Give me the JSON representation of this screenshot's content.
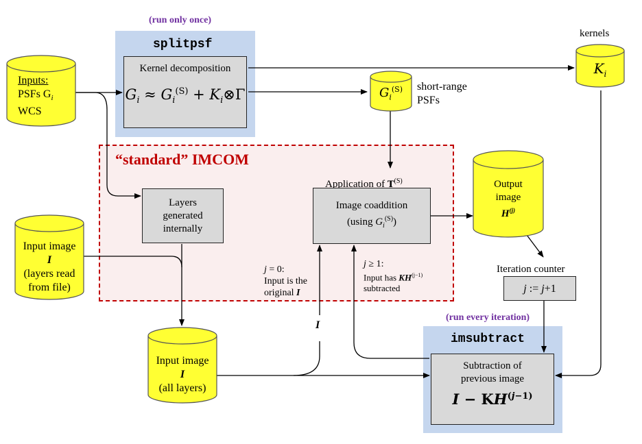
{
  "header": {
    "run_once": "(run only once)",
    "run_every": "(run every iteration)"
  },
  "splitpsf": {
    "title": "splitpsf",
    "box_title": "Kernel decomposition",
    "equation": "G_i ≈ G_i^(S) + K_i⊗Γ"
  },
  "inputs": {
    "title": "Inputs:",
    "line1": "PSFs G",
    "line1_sub": "i",
    "line2": "WCS"
  },
  "kernels": {
    "label": "kernels",
    "symbol": "K",
    "symbol_sub": "i"
  },
  "short_range": {
    "symbol": "G",
    "sup": "(S)",
    "sub": "i",
    "label_line1": "short-range",
    "label_line2": "PSFs"
  },
  "imcom": {
    "title": "“standard” IMCOM"
  },
  "layers": {
    "line1": "Layers",
    "line2": "generated",
    "line3": "internally"
  },
  "application": {
    "label": "Application of ",
    "symbol": "T",
    "sup": "(S)"
  },
  "coadd": {
    "line1": "Image coaddition",
    "line2": "(using ",
    "symbol": "G",
    "sup": "(S)",
    "sub": "i",
    "close": ")"
  },
  "output": {
    "line1": "Output",
    "line2": "image",
    "symbol": "H",
    "sup": "(j)"
  },
  "input_file": {
    "line1": "Input image",
    "symbol": "I",
    "line2": "(layers read",
    "line3": "from file)"
  },
  "input_all": {
    "line1": "Input image",
    "symbol": "I",
    "line2": "(all layers)"
  },
  "note_j0": {
    "j": "j",
    "cond": " = 0:",
    "line2": "Input is the",
    "line3": "original ",
    "symbol": "I"
  },
  "note_j1": {
    "j": "j",
    "cond": " ≥ 1:",
    "line2a": "Input has ",
    "line2b": "KH",
    "sup": "(j−1)",
    "line3": "subtracted"
  },
  "i_label": "I",
  "iteration": {
    "label": "Iteration counter",
    "j1": "j",
    "mid": " := ",
    "j2": "j",
    "end": "+1"
  },
  "imsubtract": {
    "title": "imsubtract",
    "line1": "Subtraction of",
    "line2": "previous image",
    "equation": "I − KH^(j−1)"
  },
  "colors": {
    "cylinder": "#ffff33",
    "panel": "#c5d6ee",
    "box": "#d9d9d9",
    "imcom_border": "#c00000",
    "imcom_bg": "#faeeee",
    "purple": "#7030a0"
  }
}
